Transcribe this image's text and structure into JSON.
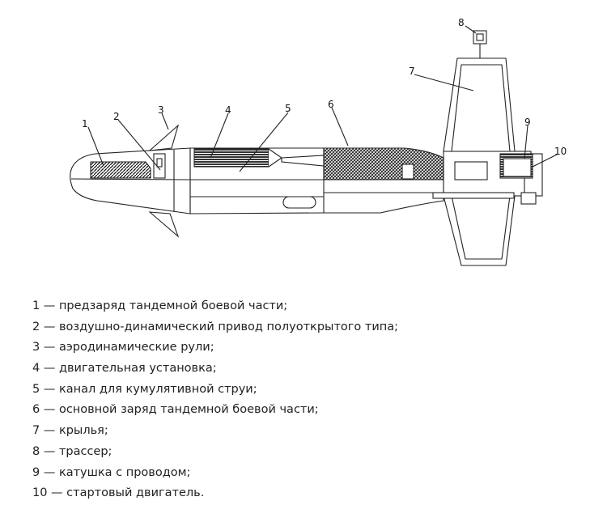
{
  "diagram": {
    "callouts": [
      "1",
      "2",
      "3",
      "4",
      "5",
      "6",
      "7",
      "8",
      "9",
      "10"
    ]
  },
  "legend": [
    "1 — предзаряд тандемной боевой части;",
    "2 — воздушно-динамический привод полуоткрытого типа;",
    "3 — аэродинамические рули;",
    "4 — двигательная установка;",
    "5 — канал для кумулятивной струи;",
    "6 — основной заряд тандемной боевой части;",
    "7 — крылья;",
    "8 — трассер;",
    "9 — катушка с проводом;",
    "10 — стартовый двигатель."
  ]
}
